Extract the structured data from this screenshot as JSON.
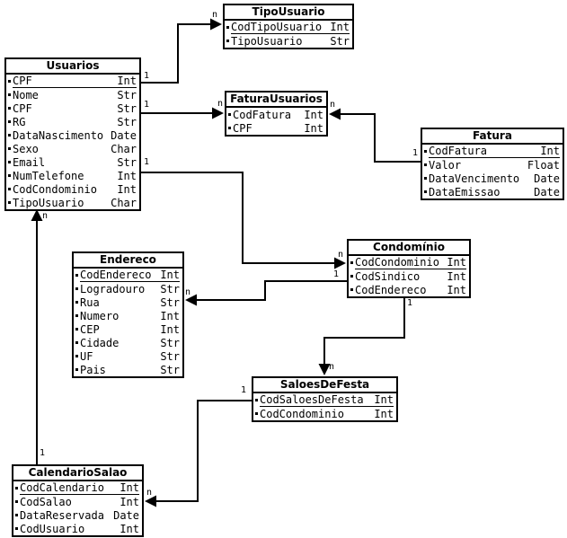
{
  "entities": [
    {
      "name": "TipoUsuario",
      "fields": [
        {
          "name": "CodTipoUsuario",
          "type": "Int",
          "pk": true
        },
        {
          "name": "TipoUsuario",
          "type": "Str",
          "pk": false
        }
      ]
    },
    {
      "name": "Usuarios",
      "fields": [
        {
          "name": "CPF",
          "type": "Int",
          "pk": true
        },
        {
          "name": "Nome",
          "type": "Str",
          "pk": false
        },
        {
          "name": "CPF",
          "type": "Str",
          "pk": false
        },
        {
          "name": "RG",
          "type": "Str",
          "pk": false
        },
        {
          "name": "DataNascimento",
          "type": "Date",
          "pk": false
        },
        {
          "name": "Sexo",
          "type": "Char",
          "pk": false
        },
        {
          "name": "Email",
          "type": "Str",
          "pk": false
        },
        {
          "name": "NumTelefone",
          "type": "Int",
          "pk": false
        },
        {
          "name": "CodCondominio",
          "type": "Int",
          "pk": false
        },
        {
          "name": "TipoUsuario",
          "type": "Char",
          "pk": false
        }
      ]
    },
    {
      "name": "FaturaUsuarios",
      "fields": [
        {
          "name": "CodFatura",
          "type": "Int",
          "pk": false
        },
        {
          "name": "CPF",
          "type": "Int",
          "pk": false
        }
      ]
    },
    {
      "name": "Fatura",
      "fields": [
        {
          "name": "CodFatura",
          "type": "Int",
          "pk": true
        },
        {
          "name": "Valor",
          "type": "Float",
          "pk": false
        },
        {
          "name": "DataVencimento",
          "type": "Date",
          "pk": false
        },
        {
          "name": "DataEmissao",
          "type": "Date",
          "pk": false
        }
      ]
    },
    {
      "name": "Endereco",
      "fields": [
        {
          "name": "CodEndereco",
          "type": "Int",
          "pk": true
        },
        {
          "name": "Logradouro",
          "type": "Str",
          "pk": false
        },
        {
          "name": "Rua",
          "type": "Str",
          "pk": false
        },
        {
          "name": "Numero",
          "type": "Int",
          "pk": false
        },
        {
          "name": "CEP",
          "type": "Int",
          "pk": false
        },
        {
          "name": "Cidade",
          "type": "Str",
          "pk": false
        },
        {
          "name": "UF",
          "type": "Str",
          "pk": false
        },
        {
          "name": "Pais",
          "type": "Str",
          "pk": false
        }
      ]
    },
    {
      "name": "Condomínio",
      "fields": [
        {
          "name": "CodCondominio",
          "type": "Int",
          "pk": true
        },
        {
          "name": "CodSindico",
          "type": "Int",
          "pk": false
        },
        {
          "name": "CodEndereco",
          "type": "Int",
          "pk": false
        }
      ]
    },
    {
      "name": "SaloesDeFesta",
      "fields": [
        {
          "name": "CodSaloesDeFesta",
          "type": "Int",
          "pk": true
        },
        {
          "name": "CodCondominio",
          "type": "Int",
          "pk": false
        }
      ]
    },
    {
      "name": "CalendarioSalao",
      "fields": [
        {
          "name": "CodCalendario",
          "type": "Int",
          "pk": true
        },
        {
          "name": "CodSalao",
          "type": "Int",
          "pk": false
        },
        {
          "name": "DataReservada",
          "type": "Date",
          "pk": false
        },
        {
          "name": "CodUsuario",
          "type": "Int",
          "pk": false
        }
      ]
    }
  ],
  "connections": [
    {
      "from": "Usuarios",
      "to": "TipoUsuario",
      "from_card": "1",
      "to_card": "n"
    },
    {
      "from": "Usuarios",
      "to": "FaturaUsuarios",
      "from_card": "1",
      "to_card": "n"
    },
    {
      "from": "Fatura",
      "to": "FaturaUsuarios",
      "from_card": "1",
      "to_card": "n"
    },
    {
      "from": "Usuarios",
      "to": "Condomínio",
      "from_card": "1",
      "to_card": "n"
    },
    {
      "from": "Condomínio",
      "to": "Endereco",
      "from_card": "1",
      "to_card": "n"
    },
    {
      "from": "Condomínio",
      "to": "SaloesDeFesta",
      "from_card": "1",
      "to_card": "n"
    },
    {
      "from": "SaloesDeFesta",
      "to": "CalendarioSalao",
      "from_card": "1",
      "to_card": "n"
    },
    {
      "from": "CalendarioSalao",
      "to": "Usuarios",
      "from_card": "1",
      "to_card": "n"
    }
  ],
  "colors": {
    "line": "#000000",
    "background": "#ffffff",
    "box_fill": "#ffffff",
    "text": "#000000"
  }
}
